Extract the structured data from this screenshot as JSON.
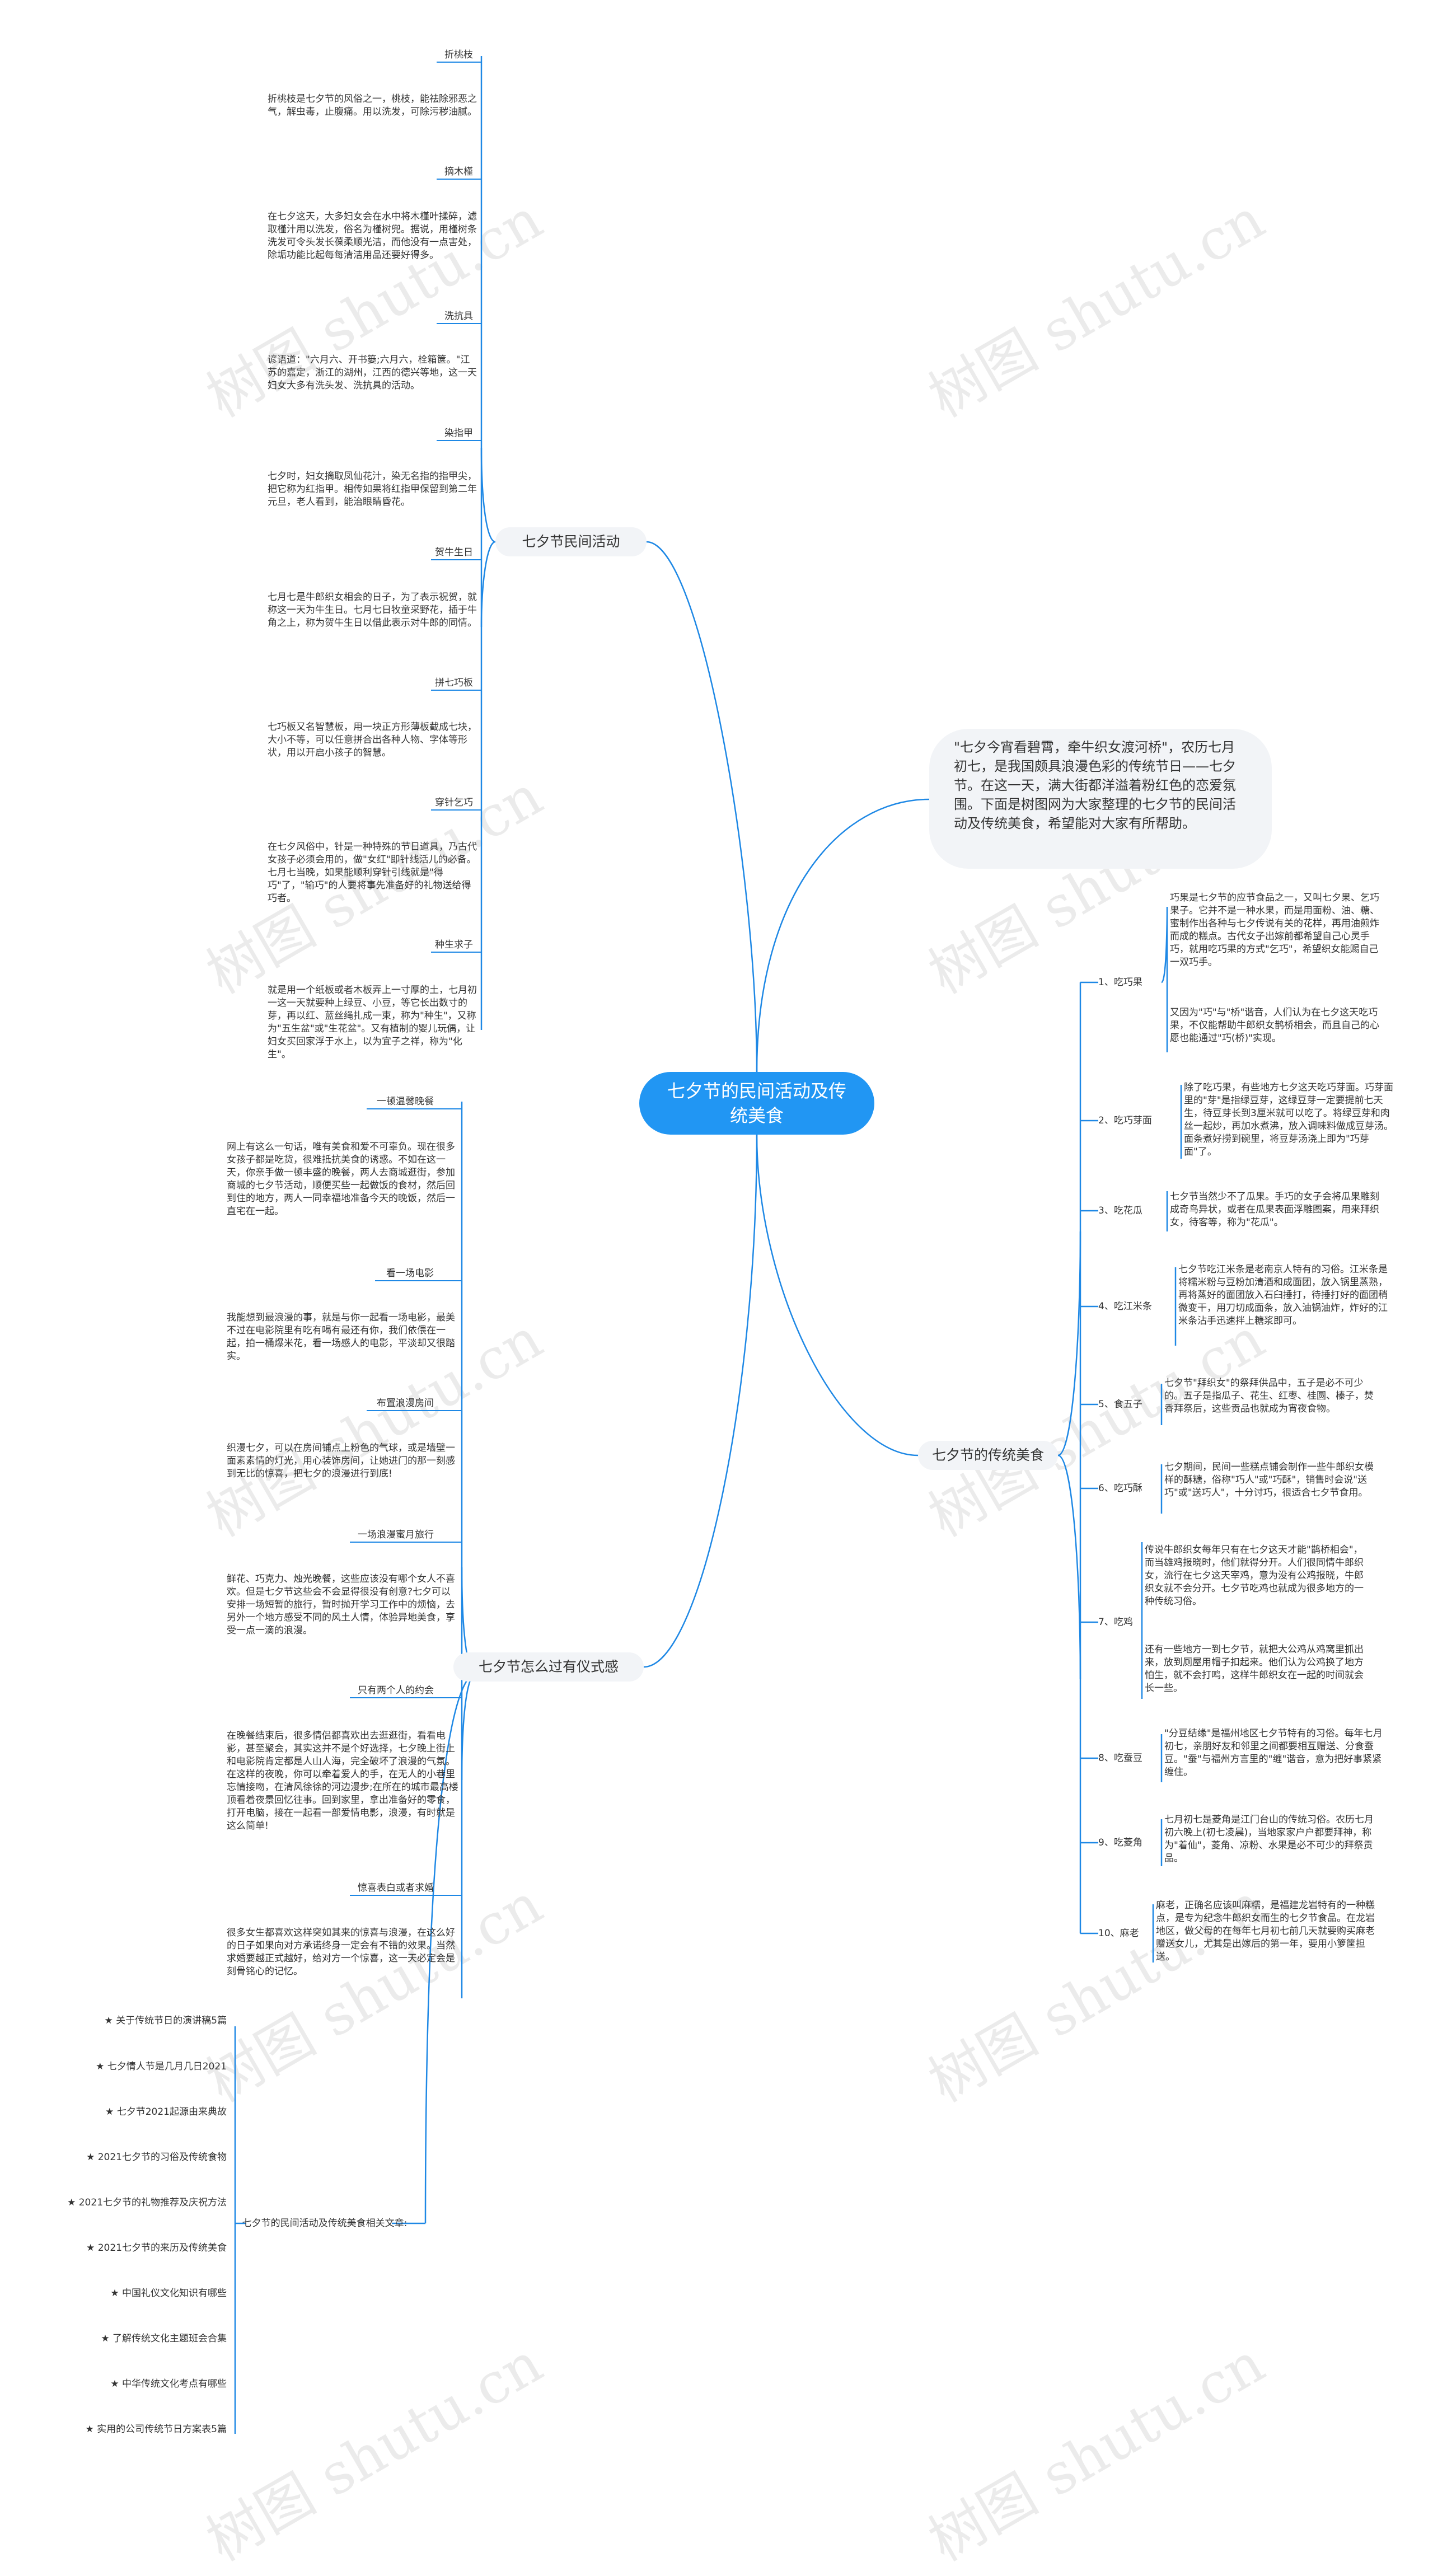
{
  "root": {
    "title": "七夕节的民间活动及传统美食"
  },
  "intro": {
    "text": "\"七夕今宵看碧霄，牵牛织女渡河桥\"，农历七月初七，是我国颇具浪漫色彩的传统节日——七夕节。在这一天，满大街都洋溢着粉红色的恋爱氛围。下面是树图网为大家整理的七夕节的民间活动及传统美食，希望能对大家有所帮助。"
  },
  "branches": {
    "activities": {
      "label": "七夕节民间活动",
      "items": [
        {
          "title": "折桃枝",
          "text": "折桃枝是七夕节的风俗之一，桃枝，能祛除邪恶之气，解虫毒，止腹痛。用以洗发，可除污秽油腻。"
        },
        {
          "title": "摘木槿",
          "text": "在七夕这天，大多妇女会在水中将木槿叶揉碎，滤取槿汁用以洗发，俗名为槿树兜。据说，用槿树条洗发可令头发长葆柔顺光洁，而他没有一点害处，除垢功能比起每每清洁用品还要好得多。"
        },
        {
          "title": "洗抗具",
          "text": "谚语道：\"六月六、开书篓;六月六，栓箱箧。\"江苏的嘉定，浙江的湖州，江西的德兴等地，这一天妇女大多有洗头发、洗抗具的活动。"
        },
        {
          "title": "染指甲",
          "text": "七夕时，妇女摘取凤仙花汁，染无名指的指甲尖，把它称为红指甲。相传如果将红指甲保留到第二年元旦，老人看到，能治眼睛昏花。"
        },
        {
          "title": "贺牛生日",
          "text": "七月七是牛郎织女相会的日子，为了表示祝贺，就称这一天为牛生日。七月七日牧童采野花，插于牛角之上，称为贺牛生日以借此表示对牛郎的同情。"
        },
        {
          "title": "拼七巧板",
          "text": "七巧板又名智慧板，用一块正方形薄板截成七块，大小不等，可以任意拼合出各种人物、字体等形状，用以开启小孩子的智慧。"
        },
        {
          "title": "穿针乞巧",
          "text": "在七夕风俗中，针是一种特殊的节日道具，乃古代女孩子必须会用的，做\"女红\"即针线活儿的必备。七月七当晚，如果能顺利穿针引线就是\"得巧\"了，\"输巧\"的人要将事先准备好的礼物送给得巧者。"
        },
        {
          "title": "种生求子",
          "text": "就是用一个纸板或者木板弄上一寸厚的土，七月初一这一天就要种上绿豆、小豆，等它长出数寸的芽，再以红、蓝丝绳扎成一束，称为\"种生\"，又称为\"五生盆\"或\"生花盆\"。又有植制的婴儿玩偶，让妇女买回家浮于水上，以为宜子之祥，称为\"化生\"。"
        }
      ]
    },
    "rituals": {
      "label": "七夕节怎么过有仪式感",
      "items": [
        {
          "title": "一顿温馨晚餐",
          "text": "网上有这么一句话，唯有美食和爱不可辜负。现在很多女孩子都是吃货，很难抵抗美食的诱惑。不如在这一天，你亲手做一顿丰盛的晚餐，两人去商城逛街，参加商城的七夕节活动，顺便买些一起做饭的食材，然后回到住的地方，两人一同幸福地准备今天的晚饭，然后一直宅在一起。"
        },
        {
          "title": "看一场电影",
          "text": "我能想到最浪漫的事，就是与你一起看一场电影，最美不过在电影院里有吃有喝有最还有你，我们依偎在一起，拍一桶爆米花，看一场感人的电影，平淡却又很踏实。"
        },
        {
          "title": "布置浪漫房间",
          "text": "织漫七夕，可以在房间铺点上粉色的气球，或是墙壁一面素素情的灯光，用心装饰房间，让她进门的那一刻感到无比的惊喜，把七夕的浪漫进行到底!"
        },
        {
          "title": "一场浪漫蜜月旅行",
          "text": "鲜花、巧克力、烛光晚餐，这些应该没有哪个女人不喜欢。但是七夕节这些会不会显得很没有创意?七夕可以安排一场短暂的旅行，暂时抛开学习工作中的烦恼，去另外一个地方感受不同的风土人情，体验异地美食，享受一点一滴的浪漫。"
        },
        {
          "title": "只有两个人的约会",
          "text": "在晚餐结束后，很多情侣都喜欢出去逛逛街，看看电影，甚至聚会，其实这并不是个好选择，七夕晚上街上和电影院肯定都是人山人海，完全破坏了浪漫的气氛。在这样的夜晚，你可以牵着爱人的手，在无人的小巷里忘情接吻，在清风徐徐的河边漫步;在所在的城市最高楼顶看着夜景回忆往事。回到家里，拿出准备好的零食，打开电脑，接在一起看一部爱情电影，浪漫，有时就是这么简单!"
        },
        {
          "title": "惊喜表白或者求婚",
          "text": "很多女生都喜欢这样突如其来的惊喜与浪漫，在这么好的日子如果向对方承诺终身一定会有不错的效果。当然求婚要越正式越好，给对方一个惊喜，这一天必定会是刻骨铭心的记忆。"
        }
      ]
    },
    "foods": {
      "label": "七夕节的传统美食",
      "items": [
        {
          "title": "1、吃巧果",
          "texts": [
            "巧果是七夕节的应节食品之一，又叫七夕果、乞巧果子。它并不是一种水果，而是用面粉、油、糖、蜜制作出各种与七夕传说有关的花样，再用油煎炸而成的糕点。古代女子出嫁前都希望自己心灵手巧，就用吃巧果的方式\"乞巧\"，希望织女能赐自己一双巧手。",
            "又因为\"巧\"与\"桥\"谐音，人们认为在七夕这天吃巧果，不仅能帮助牛郎织女鹊桥相会，而且自己的心愿也能通过\"巧(桥)\"实现。"
          ]
        },
        {
          "title": "2、吃巧芽面",
          "texts": [
            "除了吃巧果，有些地方七夕这天吃巧芽面。巧芽面里的\"芽\"是指绿豆芽，这绿豆芽一定要提前七天生，待豆芽长到3厘米就可以吃了。将绿豆芽和肉丝一起炒，再加水煮沸，放入调味料做成豆芽汤。面条煮好捞到碗里，将豆芽汤浇上即为\"巧芽面\"了。"
          ]
        },
        {
          "title": "3、吃花瓜",
          "texts": [
            "七夕节当然少不了瓜果。手巧的女子会将瓜果雕刻成奇鸟异状，或者在瓜果表面浮雕图案，用来拜织女，待客等，称为\"花瓜\"。"
          ]
        },
        {
          "title": "4、吃江米条",
          "texts": [
            "七夕节吃江米条是老南京人特有的习俗。江米条是将糯米粉与豆粉加清酒和成面团，放入锅里蒸熟，再将蒸好的面团放入石臼捶打，待捶打好的面团稍微变干，用刀切成面条，放入油锅油炸，炸好的江米条沾手迅速拌上糖浆即可。"
          ]
        },
        {
          "title": "5、食五子",
          "texts": [
            "七夕节\"拜织女\"的祭拜供品中，五子是必不可少的。五子是指瓜子、花生、红枣、桂圆、榛子，焚香拜祭后，这些贡品也就成为宵夜食物。"
          ]
        },
        {
          "title": "6、吃巧酥",
          "texts": [
            "七夕期间，民间一些糕点铺会制作一些牛郎织女模样的酥糖，俗称\"巧人\"或\"巧酥\"，销售时会说\"送巧\"或\"送巧人\"，十分讨巧，很适合七夕节食用。"
          ]
        },
        {
          "title": "7、吃鸡",
          "texts": [
            "传说牛郎织女每年只有在七夕这天才能\"鹊桥相会\"，而当雄鸡报晓时，他们就得分开。人们很同情牛郎织女，流行在七夕这天宰鸡，意为没有公鸡报晓，牛郎织女就不会分开。七夕节吃鸡也就成为很多地方的一种传统习俗。",
            "还有一些地方一到七夕节，就把大公鸡从鸡窝里抓出来，放到厕屋用帽子扣起来。他们认为公鸡换了地方怕生，就不会打鸣，这样牛郎织女在一起的时间就会长一些。"
          ]
        },
        {
          "title": "8、吃蚕豆",
          "texts": [
            "\"分豆结缘\"是福州地区七夕节特有的习俗。每年七月初七，亲朋好友和邻里之间都要相互赠送、分食蚕豆。\"蚕\"与福州方言里的\"缠\"谐音，意为把好事紧紧缠住。"
          ]
        },
        {
          "title": "9、吃菱角",
          "texts": [
            "七月初七是菱角是江门台山的传统习俗。农历七月初六晚上(初七凌晨)，当地家家户户都要拜神，称为\"着仙\"，菱角、凉粉、水果是必不可少的拜祭贡品。"
          ]
        },
        {
          "title": "10、麻老",
          "texts": [
            "麻老，正确名应该叫麻糯，是福建龙岩特有的一种糕点，是专为纪念牛郎织女而生的七夕节食品。在龙岩地区，做父母的在每年七月初七前几天就要购买麻老赠送女儿，尤其是出嫁后的第一年，要用小箩筐担送。"
          ]
        }
      ]
    },
    "articles": {
      "label": "七夕节的民间活动及传统美食相关文章:",
      "items": [
        "★ 关于传统节日的演讲稿5篇",
        "★ 七夕情人节是几月几日2021",
        "★ 七夕节2021起源由来典故",
        "★ 2021七夕节的习俗及传统食物",
        "★ 2021七夕节的礼物推荐及庆祝方法",
        "★ 2021七夕节的来历及传统美食",
        "★ 中国礼仪文化知识有哪些",
        "★ 了解传统文化主题班会合集",
        "★ 中华传统文化考点有哪些",
        "★ 实用的公司传统节日方案表5篇"
      ]
    }
  },
  "watermark": "树图 shutu.cn",
  "colors": {
    "root": "#2196f3",
    "link": "#1e88e5",
    "branch_bg": "#f2f4f7"
  }
}
